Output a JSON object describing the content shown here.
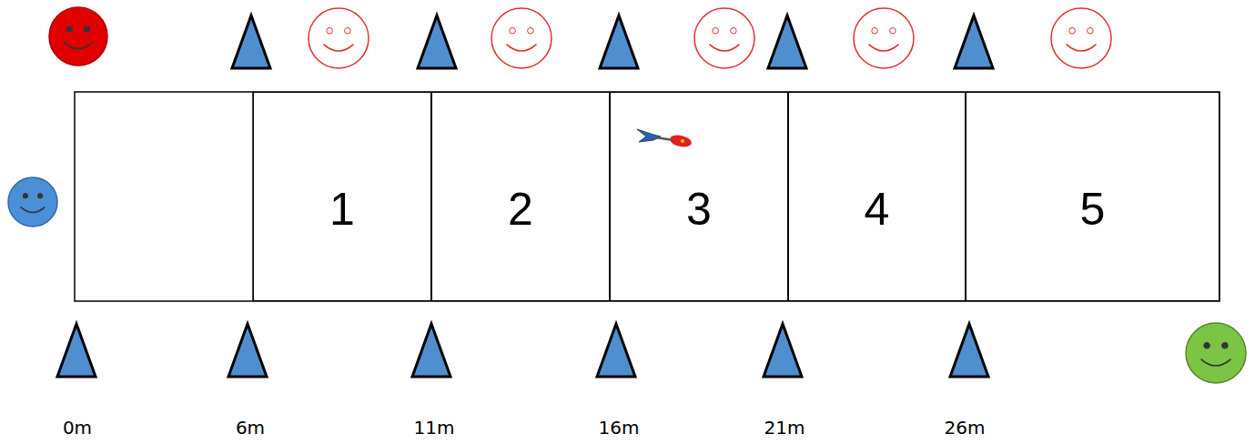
{
  "diagram": {
    "nodes": [
      {
        "text": [
          "1"
        ]
      },
      {
        "text": [
          "2"
        ]
      },
      {
        "text": [
          "3"
        ]
      },
      {
        "text": [
          "4"
        ]
      },
      {
        "text": [
          "5"
        ]
      }
    ],
    "labels": [
      "0m",
      "6m",
      "11m",
      "16m",
      "21m",
      "26m"
    ]
  }
}
